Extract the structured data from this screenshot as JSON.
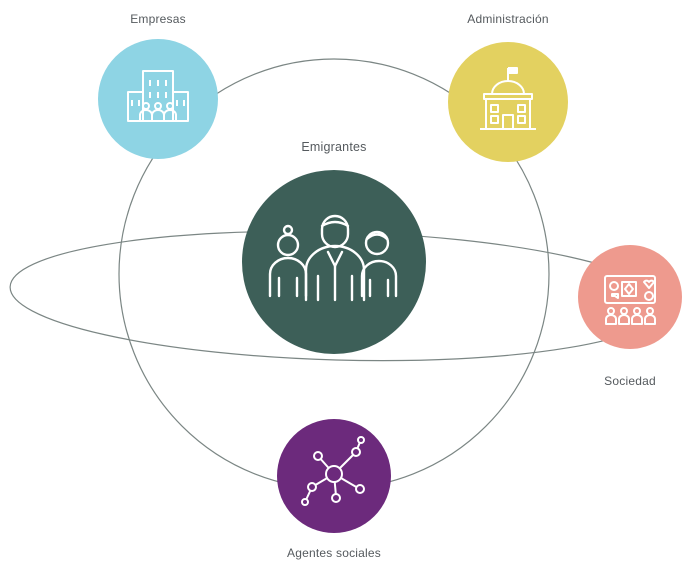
{
  "diagram": {
    "center": {
      "label": "Emigrantes",
      "icon": "people-group-icon",
      "color": "#3d5f58"
    },
    "nodes": [
      {
        "id": "empresas",
        "label": "Empresas",
        "icon": "office-building-icon",
        "color": "#8ed4e4"
      },
      {
        "id": "administracion",
        "label": "Administración",
        "icon": "government-building-icon",
        "color": "#e3d160"
      },
      {
        "id": "sociedad",
        "label": "Sociedad",
        "icon": "community-board-icon",
        "color": "#ee9a8e"
      },
      {
        "id": "agentes",
        "label": "Agentes sociales",
        "icon": "network-nodes-icon",
        "color": "#6c2a7c"
      }
    ],
    "line_color": "#7b8684",
    "label_color": "#555a5e"
  }
}
